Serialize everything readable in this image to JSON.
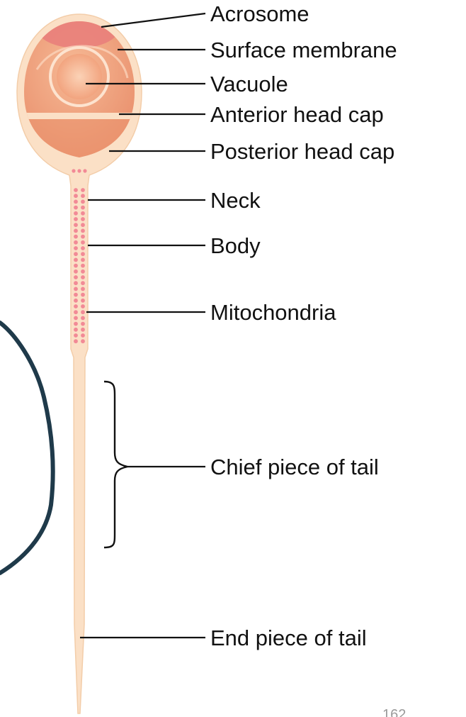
{
  "labels": {
    "acrosome": "Acrosome",
    "surface_membrane": "Surface membrane",
    "vacuole": "Vacuole",
    "anterior_head_cap": "Anterior head cap",
    "posterior_head_cap": "Posterior head cap",
    "neck": "Neck",
    "body": "Body",
    "mitochondria": "Mitochondria",
    "chief_piece": "Chief piece of tail",
    "end_piece": "End piece of tail"
  },
  "page_number": "162",
  "colors": {
    "membrane": "#fbe0c6",
    "head": "#ec9a76",
    "head_light": "#f4b493",
    "acrosome": "#e9807b",
    "mitochondria": "#f28a96",
    "annotation": "#1f3a4a",
    "text": "#111111"
  }
}
